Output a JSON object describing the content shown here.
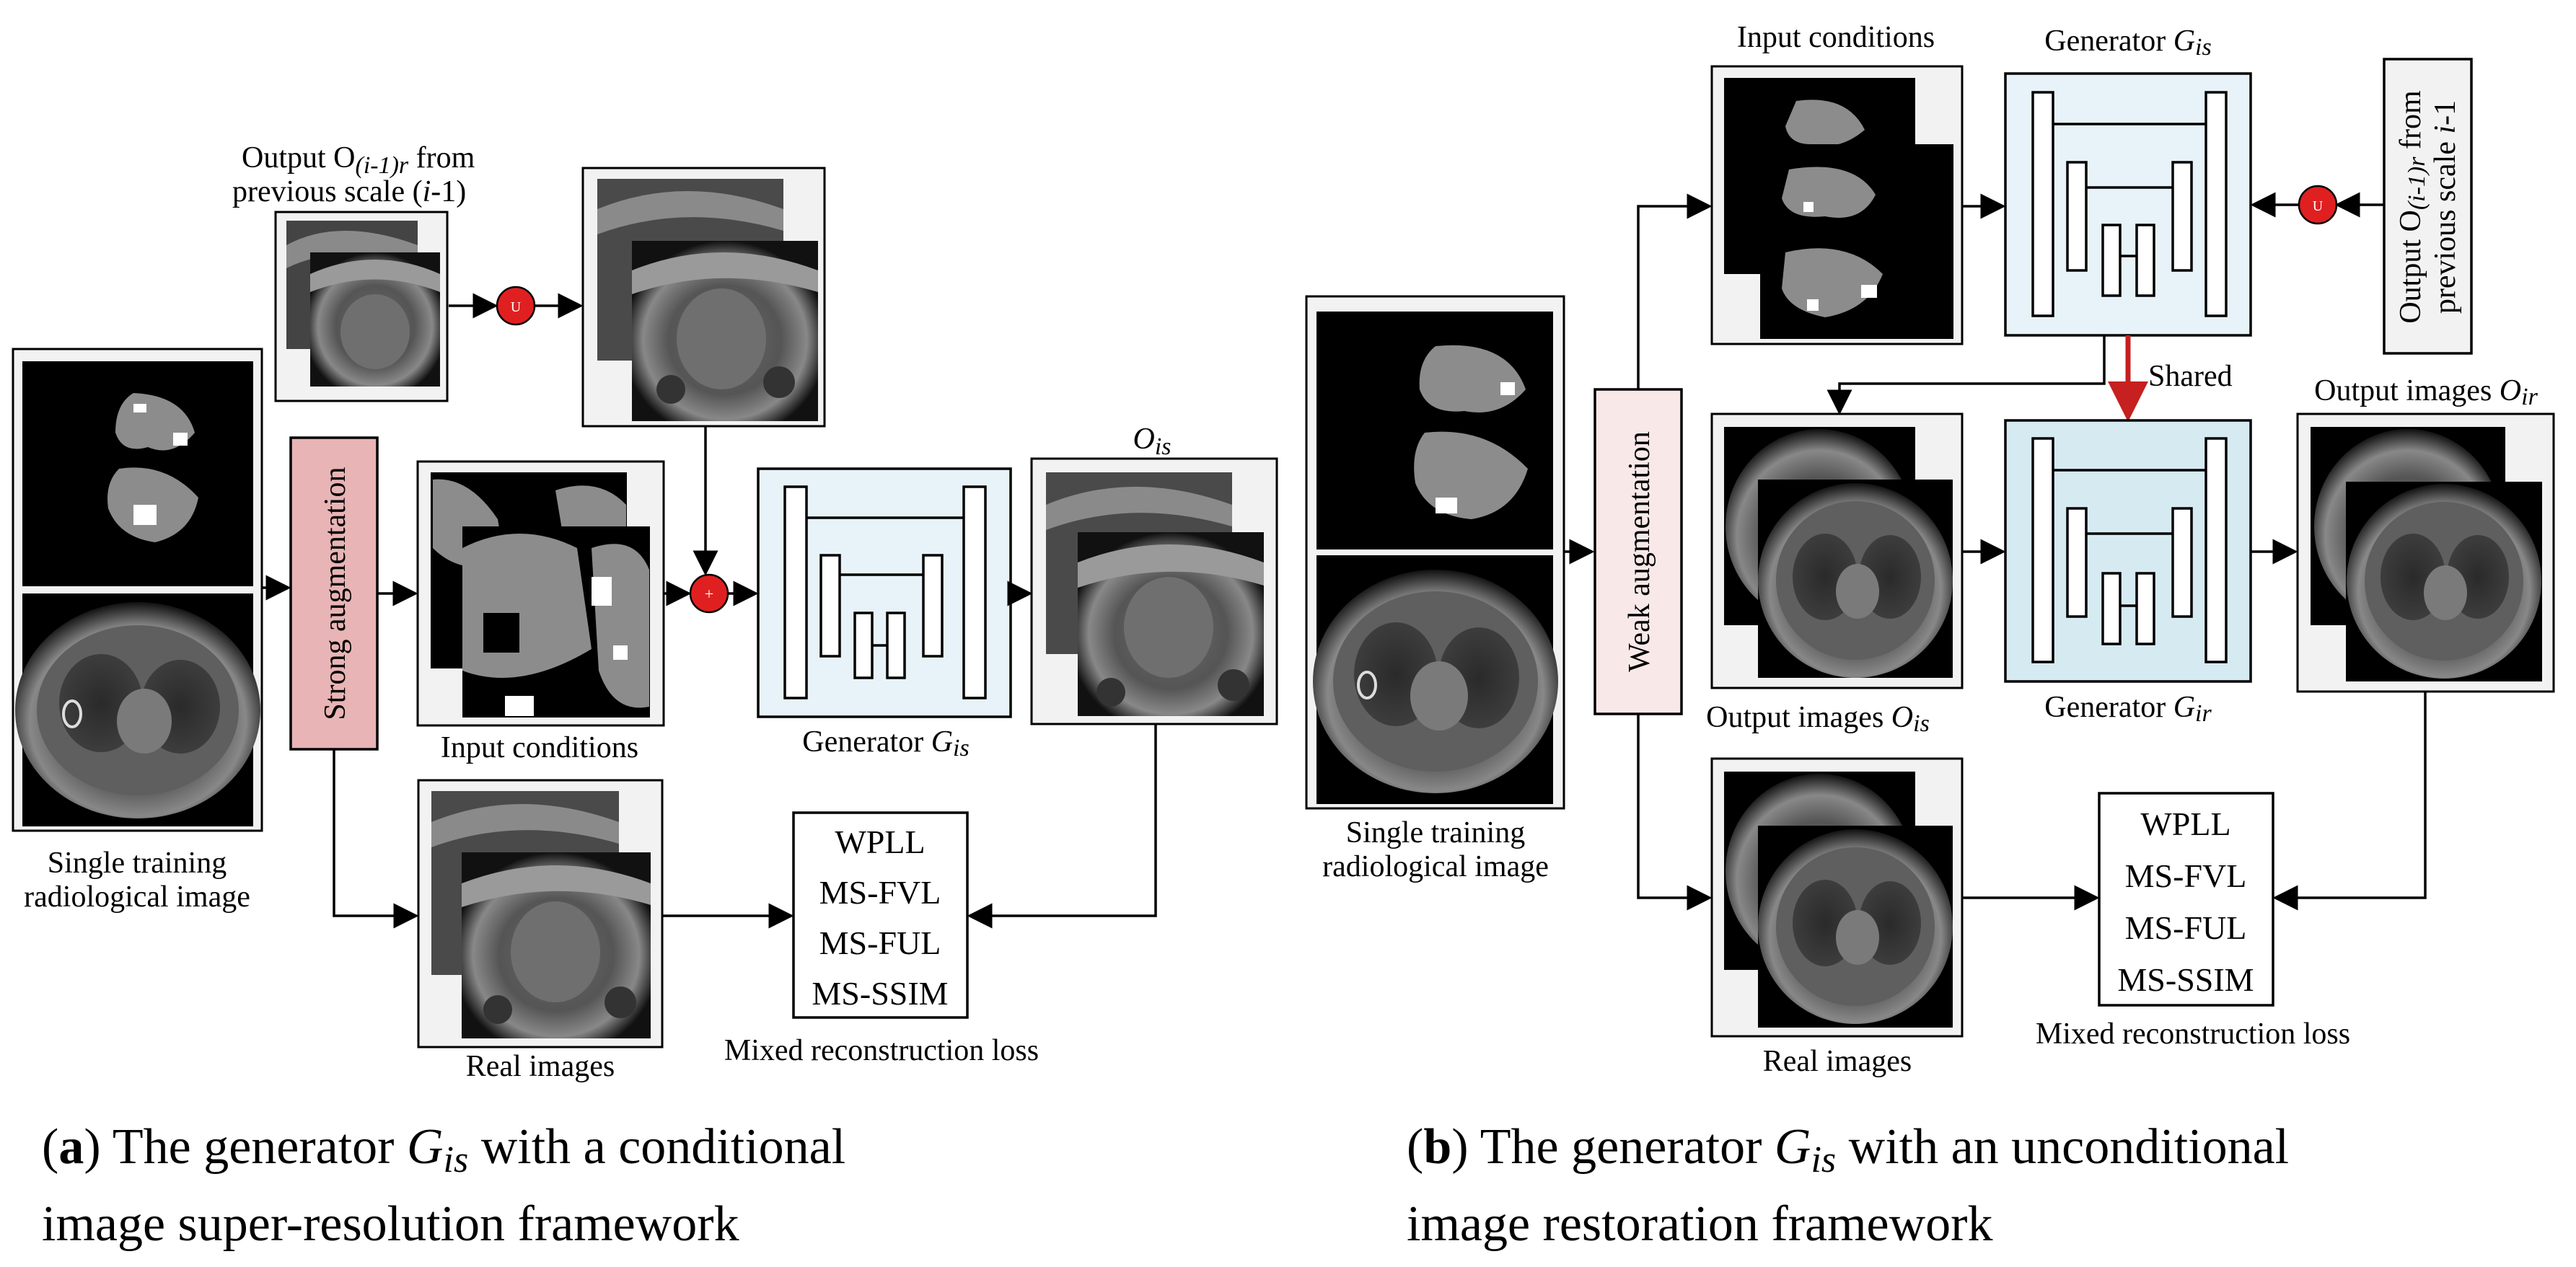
{
  "colors": {
    "strong_aug_fill": "#e8b4b5",
    "weak_aug_fill": "#f8e8e8",
    "generator_fill": "#e7f3f8",
    "generator_fill_b": "#d6eaf2",
    "op_red": "#e02020",
    "shared_arrow": "#c62020",
    "frame_bg": "#f2f2f2"
  },
  "panel_a": {
    "output_prev_main": "Output O",
    "output_prev_sub": "(i-1)r",
    "output_prev_tail": " from",
    "output_prev_line2a": "previous scale (",
    "output_prev_line2i": "i",
    "output_prev_line2b": "-1)",
    "upsample_op": "U",
    "add_op": "+",
    "strong_aug": "Strong augmentation",
    "input_conditions": "Input conditions",
    "generator_label": "Generator ",
    "generator_G": "G",
    "generator_sub": "is",
    "output_O": "O",
    "output_sub": "is",
    "single_training_1": "Single training",
    "single_training_2": "radiological image",
    "real_images": "Real images",
    "loss_items": [
      "WPLL",
      "MS-FVL",
      "MS-FUL",
      "MS-SSIM"
    ],
    "mixed_loss": "Mixed reconstruction loss",
    "caption_letter": "a",
    "caption_text1": " The generator ",
    "caption_G": "G",
    "caption_G_sub": "is",
    "caption_text2": " with a conditional",
    "caption_line2": "image super-resolution framework"
  },
  "panel_b": {
    "input_conditions": "Input conditions",
    "generator_top_label": "Generator ",
    "generator_top_G": "G",
    "generator_top_sub": "is",
    "output_prev_line1a": "Output O",
    "output_prev_line1sub": "(i-1)r",
    "output_prev_line1b": " from",
    "output_prev_line2a": "previous scale ",
    "output_prev_line2i": "i",
    "output_prev_line2b": "-1",
    "upsample_op": "U",
    "shared": "Shared",
    "weak_aug": "Weak augmentation",
    "single_training_1": "Single training",
    "single_training_2": "radiological image",
    "output_images_is": "Output images ",
    "output_is_O": "O",
    "output_is_sub": "is",
    "generator_bottom_label": "Generator ",
    "generator_bottom_G": "G",
    "generator_bottom_sub": "ir",
    "output_images_ir": "Output images ",
    "output_ir_O": "O",
    "output_ir_sub": "ir",
    "real_images": "Real images",
    "loss_items": [
      "WPLL",
      "MS-FVL",
      "MS-FUL",
      "MS-SSIM"
    ],
    "mixed_loss": "Mixed reconstruction loss",
    "caption_letter": "b",
    "caption_text1": " The generator ",
    "caption_G": "G",
    "caption_G_sub": "is",
    "caption_text2": " with an unconditional",
    "caption_line2": "image restoration framework"
  }
}
